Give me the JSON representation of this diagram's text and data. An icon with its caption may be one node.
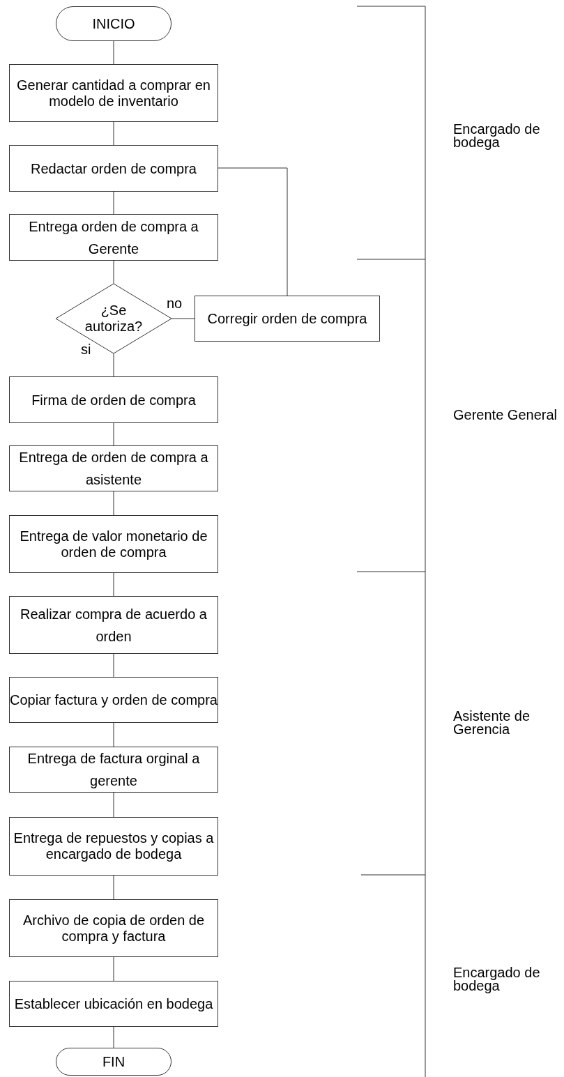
{
  "diagram": {
    "nodes": [
      {
        "text": [
          "INICIO"
        ]
      },
      {
        "text": [
          "Generar cantidad a comprar en modelo de inventario"
        ]
      },
      {
        "text": [
          "Redactar orden de compra"
        ]
      },
      {
        "text": [
          "Entrega orden de compra a Gerente"
        ]
      },
      {
        "text": [
          "¿Se autoriza?"
        ]
      },
      {
        "text": [
          "Corregir orden de compra"
        ]
      },
      {
        "text": [
          "Firma de orden de compra"
        ]
      },
      {
        "text": [
          "Entrega de orden de compra a asistente"
        ]
      },
      {
        "text": [
          "Entrega de valor monetario de orden de compra"
        ]
      },
      {
        "text": [
          "Realizar compra de acuerdo a orden"
        ]
      },
      {
        "text": [
          "Copiar factura y orden de compra"
        ]
      },
      {
        "text": [
          "Entrega de factura orginal a gerente"
        ]
      },
      {
        "text": [
          "Entrega de repuestos y copias a encargado de bodega"
        ]
      },
      {
        "text": [
          "Archivo de copia de orden de compra y factura"
        ]
      },
      {
        "text": [
          "Establecer ubicación en bodega"
        ]
      },
      {
        "text": [
          "FIN"
        ]
      }
    ],
    "edges": [
      {
        "from": 0,
        "to": 1,
        "arrow": "none"
      },
      {
        "from": 1,
        "to": 2,
        "arrow": "none"
      },
      {
        "from": 2,
        "to": 3,
        "arrow": "none"
      },
      {
        "from": 3,
        "to": 4,
        "arrow": "none"
      },
      {
        "from": 4,
        "to": 5,
        "arrow": "none",
        "label": "no"
      },
      {
        "from": 5,
        "to": 2,
        "arrow": "none"
      },
      {
        "from": 4,
        "to": 6,
        "arrow": "none",
        "label": "si"
      },
      {
        "from": 6,
        "to": 7,
        "arrow": "none"
      },
      {
        "from": 7,
        "to": 8,
        "arrow": "none"
      },
      {
        "from": 8,
        "to": 9,
        "arrow": "none"
      },
      {
        "from": 9,
        "to": 10,
        "arrow": "none"
      },
      {
        "from": 10,
        "to": 11,
        "arrow": "none"
      },
      {
        "from": 11,
        "to": 12,
        "arrow": "none"
      },
      {
        "from": 12,
        "to": 13,
        "arrow": "none"
      },
      {
        "from": 13,
        "to": 14,
        "arrow": "none"
      },
      {
        "from": 14,
        "to": 15,
        "arrow": "none"
      }
    ],
    "labels": [
      "Encargado de bodega",
      "Gerente General",
      "Asistente de Gerencia",
      "Encargado de bodega"
    ]
  }
}
